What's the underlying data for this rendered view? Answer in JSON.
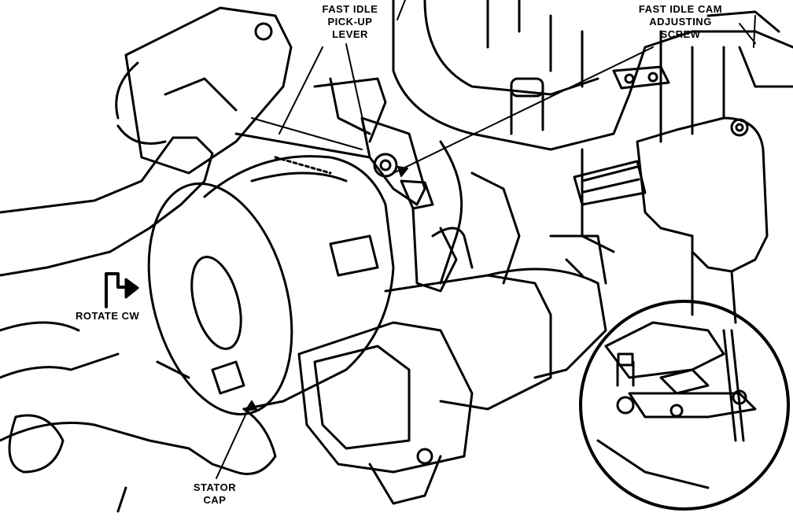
{
  "labels": {
    "fast_idle_pickup": [
      "FAST IDLE",
      "PICK-UP",
      "LEVER"
    ],
    "cam_adjusting_screw": [
      "FAST IDLE CAM",
      "ADJUSTING",
      "SCREW"
    ],
    "rotate": "ROTATE CW",
    "stator_cap": [
      "STATOR",
      "CAP"
    ]
  }
}
